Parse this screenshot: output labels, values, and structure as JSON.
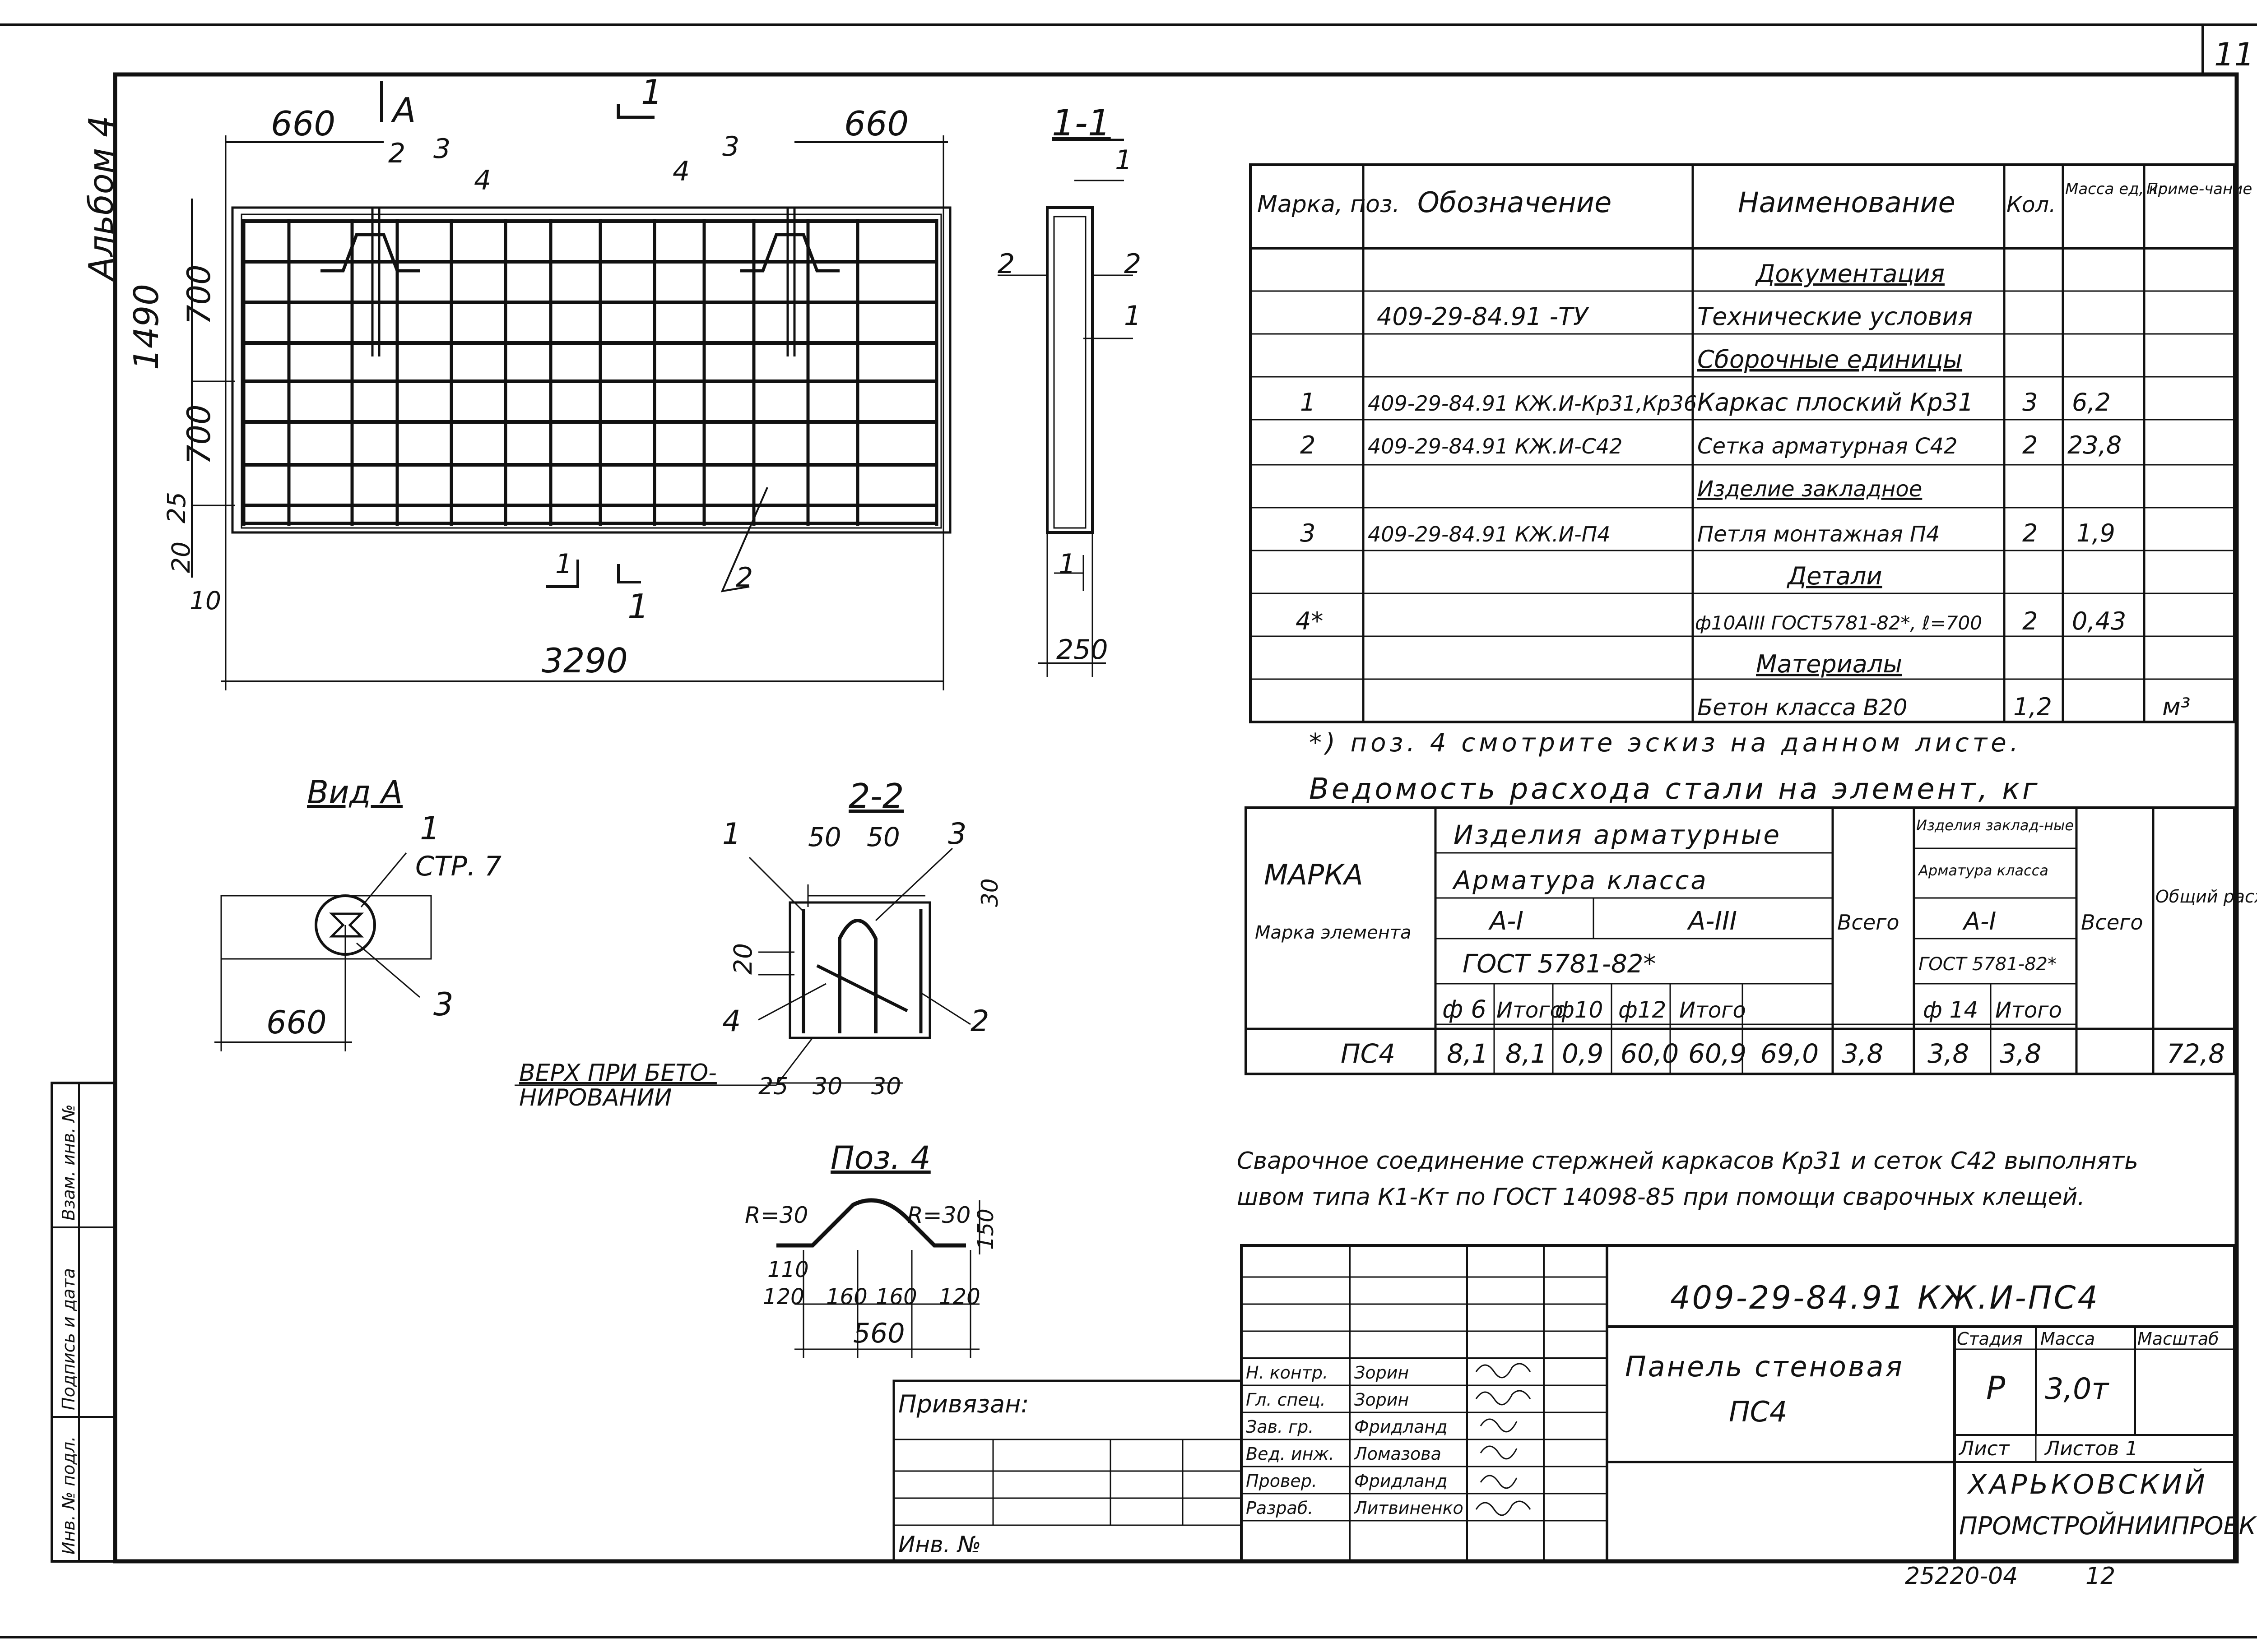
{
  "sheet_number": "11",
  "album_label": "Альбом 4",
  "drawing": {
    "dims": {
      "left_660": "660",
      "right_660": "660",
      "total_width": "3290",
      "height_1490": "1490",
      "upper_700": "700",
      "lower_700": "700",
      "d25": "25",
      "d20": "20",
      "d10": "10"
    },
    "view_marker": "А",
    "callouts": {
      "c1": "1",
      "c2": "2",
      "c3": "3",
      "c4": "4"
    },
    "section_1_1": {
      "title": "1-1",
      "width": "250",
      "l1": "1",
      "l2": "2",
      "l2b": "2",
      "l1b": "1",
      "l1c": "1"
    }
  },
  "view_a": {
    "title": "Вид А",
    "ref_num": "1",
    "ref_page": "СТР. 7",
    "dim": "660",
    "callout": "3"
  },
  "section_2_2": {
    "title": "2-2",
    "d50a": "50",
    "d50b": "50",
    "d30": "30",
    "d20": "20",
    "d25": "25",
    "d30b": "30",
    "d30c": "30",
    "c1": "1",
    "c3": "3",
    "c4": "4",
    "c2": "2",
    "note_line1": "ВЕРХ ПРИ БЕТО-",
    "note_line2": "НИРОВАНИИ"
  },
  "poz4": {
    "title": "Поз. 4",
    "r_left": "R=30",
    "r_right": "R=30",
    "h150": "150",
    "h110": "110",
    "d120a": "120",
    "d160a": "160",
    "d160b": "160",
    "d120b": "120",
    "total": "560"
  },
  "spec_table": {
    "headers": [
      "Марка, поз.",
      "Обозначение",
      "Наименование",
      "Кол.",
      "Масса ед, кг",
      "Приме-чание"
    ],
    "rows": [
      [
        "",
        "",
        "Документация",
        "",
        "",
        ""
      ],
      [
        "",
        "409-29-84.91  -ТУ",
        "Технические условия",
        "",
        "",
        ""
      ],
      [
        "",
        "",
        "Сборочные единицы",
        "",
        "",
        ""
      ],
      [
        "1",
        "409-29-84.91 КЖ.И-Кр31,Кр36",
        "Каркас плоский Кр31",
        "3",
        "6,2",
        ""
      ],
      [
        "2",
        "409-29-84.91 КЖ.И-С42",
        "Сетка арматурная С42",
        "2",
        "23,8",
        ""
      ],
      [
        "",
        "",
        "Изделие закладное",
        "",
        "",
        ""
      ],
      [
        "3",
        "409-29-84.91 КЖ.И-П4",
        "Петля монтажная П4",
        "2",
        "1,9",
        ""
      ],
      [
        "",
        "",
        "Детали",
        "",
        "",
        ""
      ],
      [
        "4*",
        "",
        "ф10АIII ГОСТ5781-82*, ℓ=700",
        "2",
        "0,43",
        ""
      ],
      [
        "",
        "",
        "Материалы",
        "",
        "",
        ""
      ],
      [
        "",
        "",
        "Бетон класса В20",
        "1,2",
        "",
        "м³"
      ]
    ],
    "footnote": "*) поз. 4 смотрите эскиз на данном листе."
  },
  "steel_table": {
    "title": "Ведомость расхода стали на элемент, кг",
    "h_marka": "Марка элемента",
    "h_izd_arm": "Изделия арматурные",
    "h_arm_klassa": "Арматура класса",
    "h_a1": "А-I",
    "h_a3": "А-III",
    "h_gost": "ГОСТ 5781-82*",
    "h_f6": "ф 6",
    "h_itogo1": "Итого",
    "h_f10": "ф10",
    "h_f12": "ф12",
    "h_itogo2": "Итого",
    "h_vsego1": "Всего",
    "h_izd_zakl": "Изделия заклад-ные",
    "h_arm_klassa2": "Арматура класса",
    "h_a1b": "А-I",
    "h_gost2": "ГОСТ 5781-82*",
    "h_f14": "ф 14",
    "h_itogo3": "Итого",
    "h_vsego2": "Всего",
    "h_total": "Общий расход",
    "row": [
      "ПС4",
      "8,1",
      "8,1",
      "0,9",
      "60,0",
      "60,9",
      "69,0",
      "3,8",
      "3,8",
      "3,8",
      "72,8"
    ]
  },
  "weld_note_1": "Сварочное соединение стержней каркасов Кр31 и сеток С42 выполнять",
  "weld_note_2": "швом типа К1-Кт по ГОСТ 14098-85 при помощи сварочных клещей.",
  "title_block": {
    "code": "409-29-84.91  КЖ.И-ПС4",
    "name_1": "Панель стеновая",
    "name_2": "ПС4",
    "h_stage": "Стадия",
    "h_mass": "Масса",
    "h_scale": "Масштаб",
    "stage": "Р",
    "mass": "3,0т",
    "sheet_label": "Лист",
    "sheets_label": "Листов 1",
    "org_1": "ХАРЬКОВСКИЙ",
    "org_2": "ПРОМСТРОЙНИИПРОЕКТ",
    "signers": [
      [
        "Н. контр.",
        "Зорин"
      ],
      [
        "Гл. спец.",
        "Зорин"
      ],
      [
        "Зав. гр.",
        "Фридланд"
      ],
      [
        "Вед. инж.",
        "Ломазова"
      ],
      [
        "Провер.",
        "Фридланд"
      ],
      [
        "Разраб.",
        "Литвиненко"
      ]
    ],
    "bound_label": "Привязан:",
    "inv_label": "Инв. №"
  },
  "side_stamp": [
    "Инв. № подл.",
    "Подпись и дата",
    "Взам. инв. №"
  ],
  "bottom_number": "25220-04",
  "bottom_page": "12"
}
